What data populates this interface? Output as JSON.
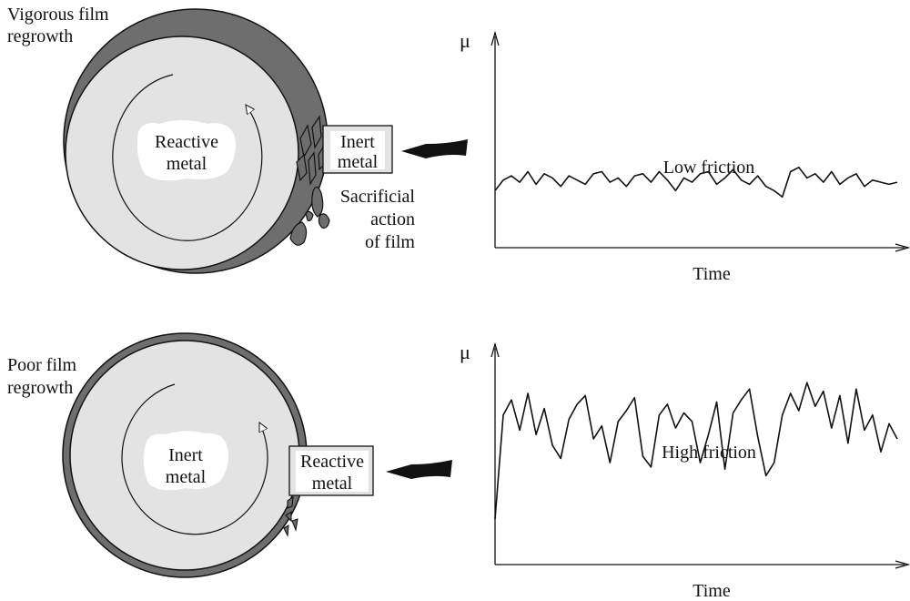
{
  "top_panel": {
    "label_line1": "Vigorous film",
    "label_line2": "regrowth",
    "disc_label_line1": "Reactive",
    "disc_label_line2": "metal",
    "pin_label_line1": "Inert",
    "pin_label_line2": "metal",
    "debris_label_line1": "Sacrificial",
    "debris_label_line2": "action",
    "debris_label_line3": "of film",
    "plot_ylabel": "μ",
    "plot_xlabel": "Time",
    "trace_label": "Low friction"
  },
  "bottom_panel": {
    "label_line1": "Poor film",
    "label_line2": "regrowth",
    "disc_label_line1": "Inert",
    "disc_label_line2": "metal",
    "pin_label_line1": "Reactive",
    "pin_label_line2": "metal",
    "plot_ylabel": "μ",
    "plot_xlabel": "Time",
    "trace_label": "High friction"
  },
  "colors": {
    "film": "#6e6e6e",
    "metal_fill": "#e3e3e3",
    "label_patch": "#ffffff",
    "ink": "#111111"
  },
  "chart_data": [
    {
      "type": "line",
      "xlabel": "Time",
      "ylabel": "μ",
      "annotation": "Low friction",
      "relative_level": 0.35,
      "fluctuation": "small",
      "values": [
        0.27,
        0.32,
        0.34,
        0.31,
        0.36,
        0.3,
        0.35,
        0.33,
        0.29,
        0.34,
        0.32,
        0.3,
        0.35,
        0.36,
        0.31,
        0.33,
        0.29,
        0.34,
        0.35,
        0.31,
        0.36,
        0.32,
        0.27,
        0.33,
        0.31,
        0.35,
        0.36,
        0.3,
        0.33,
        0.37,
        0.32,
        0.3,
        0.34,
        0.29,
        0.27,
        0.24,
        0.36,
        0.38,
        0.33,
        0.35,
        0.31,
        0.36,
        0.3,
        0.33,
        0.35,
        0.29,
        0.32,
        0.31,
        0.3,
        0.31
      ]
    },
    {
      "type": "line",
      "xlabel": "Time",
      "ylabel": "μ",
      "annotation": "High friction",
      "relative_level": 0.7,
      "fluctuation": "large",
      "values": [
        0.21,
        0.69,
        0.76,
        0.62,
        0.79,
        0.6,
        0.72,
        0.55,
        0.49,
        0.67,
        0.74,
        0.78,
        0.58,
        0.64,
        0.47,
        0.66,
        0.71,
        0.77,
        0.5,
        0.45,
        0.69,
        0.74,
        0.63,
        0.7,
        0.66,
        0.47,
        0.6,
        0.75,
        0.44,
        0.7,
        0.76,
        0.81,
        0.59,
        0.41,
        0.47,
        0.69,
        0.79,
        0.71,
        0.84,
        0.73,
        0.8,
        0.63,
        0.78,
        0.56,
        0.81,
        0.62,
        0.69,
        0.52,
        0.65,
        0.58
      ]
    }
  ]
}
